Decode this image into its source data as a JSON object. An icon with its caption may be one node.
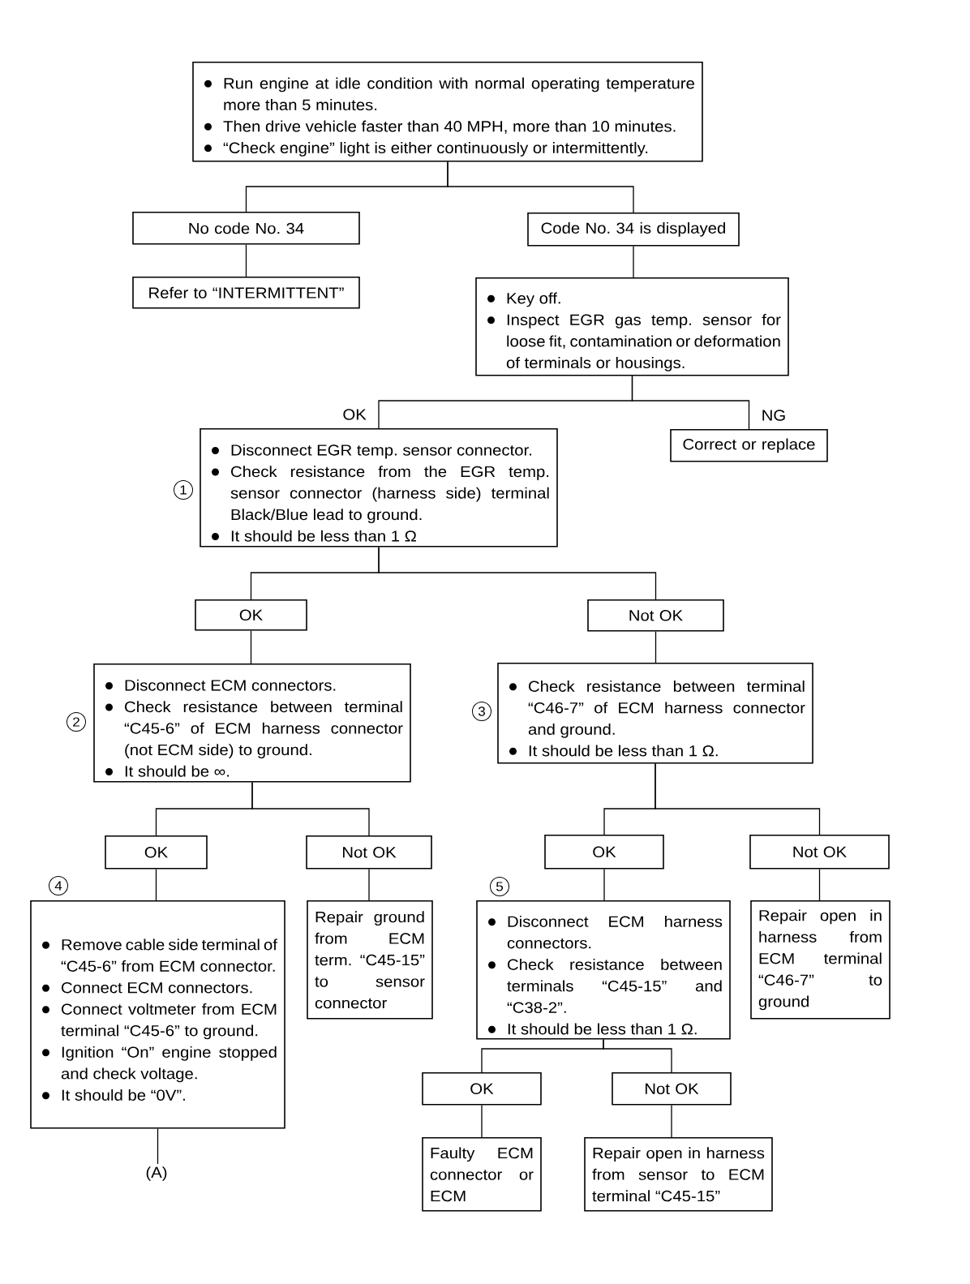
{
  "diagram": {
    "nodes": [
      {
        "text": [
          "Run engine at idle condition with normal operating temperature more than 5 minutes.",
          "Then drive vehicle faster than 40 MPH, more than 10 minutes.",
          "“Check engine” light is either continuously or intermittently."
        ]
      },
      {
        "text": [
          "No code No. 34"
        ]
      },
      {
        "text": [
          "Code No. 34 is displayed"
        ]
      },
      {
        "text": [
          "Refer to “INTERMITTENT”"
        ]
      },
      {
        "text": [
          "Key off.",
          "Inspect EGR gas temp. sensor for loose fit, contamination or deformation of terminals or housings."
        ]
      },
      {
        "text": [
          "Disconnect EGR temp. sensor connector.",
          "Check resistance from the EGR temp. sensor connector (harness side) terminal Black/Blue lead to ground.",
          "It should be less than 1 Ω"
        ],
        "beside": [
          "1"
        ]
      },
      {
        "text": [
          "Correct or replace"
        ]
      },
      {
        "text": [
          "OK"
        ]
      },
      {
        "text": [
          "Not OK"
        ]
      },
      {
        "text": [
          "Disconnect ECM connectors.",
          "Check resistance between terminal “C45-6” of ECM harness connector (not ECM side) to ground.",
          "It should be ∞."
        ],
        "beside": [
          "2"
        ]
      },
      {
        "text": [
          "Check resistance between terminal “C46-7” of ECM harness connector and ground.",
          "It should be less than 1 Ω."
        ],
        "beside": [
          "3"
        ]
      },
      {
        "text": [
          "OK"
        ]
      },
      {
        "text": [
          "Not OK"
        ]
      },
      {
        "text": [
          "OK"
        ]
      },
      {
        "text": [
          "Not OK"
        ]
      },
      {
        "text": [
          "Remove cable side terminal of “C45-6” from ECM connector.",
          "Connect ECM connectors.",
          "Connect voltmeter from ECM terminal “C45-6” to ground.",
          "Ignition “On” engine stopped and check voltage.",
          "It should be “0V”."
        ],
        "beside": [
          "4"
        ]
      },
      {
        "text": [
          "Repair ground from ECM term. “C45-15” to sensor connector"
        ]
      },
      {
        "text": [
          "Disconnect ECM harness connectors.",
          "Check resistance between terminals “C45-15” and “C38-2”.",
          "It should be less than 1 Ω."
        ],
        "beside": [
          "5"
        ]
      },
      {
        "text": [
          "Repair open in harness from ECM terminal “C46-7” to ground"
        ]
      },
      {
        "text": [
          "OK"
        ]
      },
      {
        "text": [
          "Not OK"
        ]
      },
      {
        "text": [
          "Faulty ECM connector or ECM"
        ]
      },
      {
        "text": [
          "Repair open in harness from sensor to ECM terminal “C45-15”"
        ]
      },
      {
        "text": [
          "(A)"
        ]
      }
    ],
    "edges": [
      {
        "from": 0,
        "to": 1,
        "arrow": "none"
      },
      {
        "from": 0,
        "to": 2,
        "arrow": "none"
      },
      {
        "from": 1,
        "to": 3,
        "arrow": "none"
      },
      {
        "from": 2,
        "to": 4,
        "arrow": "none"
      },
      {
        "from": 4,
        "to": 5,
        "arrow": "none",
        "label": "OK"
      },
      {
        "from": 4,
        "to": 6,
        "arrow": "none",
        "label": "NG"
      },
      {
        "from": 5,
        "to": 7,
        "arrow": "none"
      },
      {
        "from": 5,
        "to": 8,
        "arrow": "none"
      },
      {
        "from": 7,
        "to": 9,
        "arrow": "none"
      },
      {
        "from": 8,
        "to": 10,
        "arrow": "none"
      },
      {
        "from": 9,
        "to": 11,
        "arrow": "none"
      },
      {
        "from": 9,
        "to": 12,
        "arrow": "none"
      },
      {
        "from": 10,
        "to": 13,
        "arrow": "none"
      },
      {
        "from": 10,
        "to": 14,
        "arrow": "none"
      },
      {
        "from": 11,
        "to": 15,
        "arrow": "none"
      },
      {
        "from": 12,
        "to": 16,
        "arrow": "none"
      },
      {
        "from": 13,
        "to": 17,
        "arrow": "none"
      },
      {
        "from": 14,
        "to": 18,
        "arrow": "none"
      },
      {
        "from": 15,
        "to": 23,
        "arrow": "none"
      },
      {
        "from": 17,
        "to": 19,
        "arrow": "none"
      },
      {
        "from": 17,
        "to": 20,
        "arrow": "none"
      },
      {
        "from": 19,
        "to": 21,
        "arrow": "none"
      },
      {
        "from": 20,
        "to": 22,
        "arrow": "none"
      }
    ]
  }
}
